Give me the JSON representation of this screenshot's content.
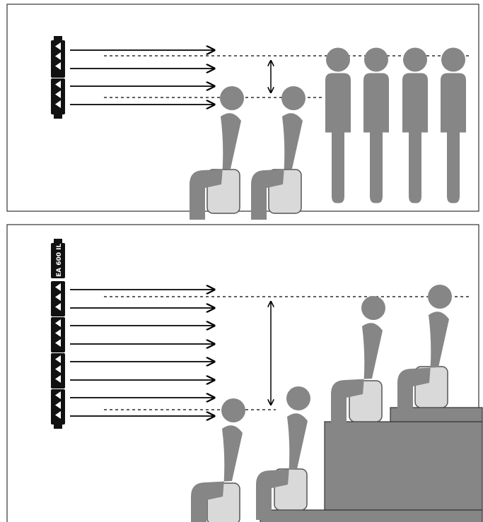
{
  "panels": [
    {
      "speaker_modules": 2,
      "audience": "seated-and-standing"
    },
    {
      "speaker_label": "EA 600 IL",
      "speaker_modules": 4,
      "audience": "seated-on-risers"
    }
  ],
  "colors": {
    "figure": "#868686",
    "seat": "#d9d9d9",
    "riser": "#868686",
    "frame": "#333333",
    "line": "#000000"
  }
}
